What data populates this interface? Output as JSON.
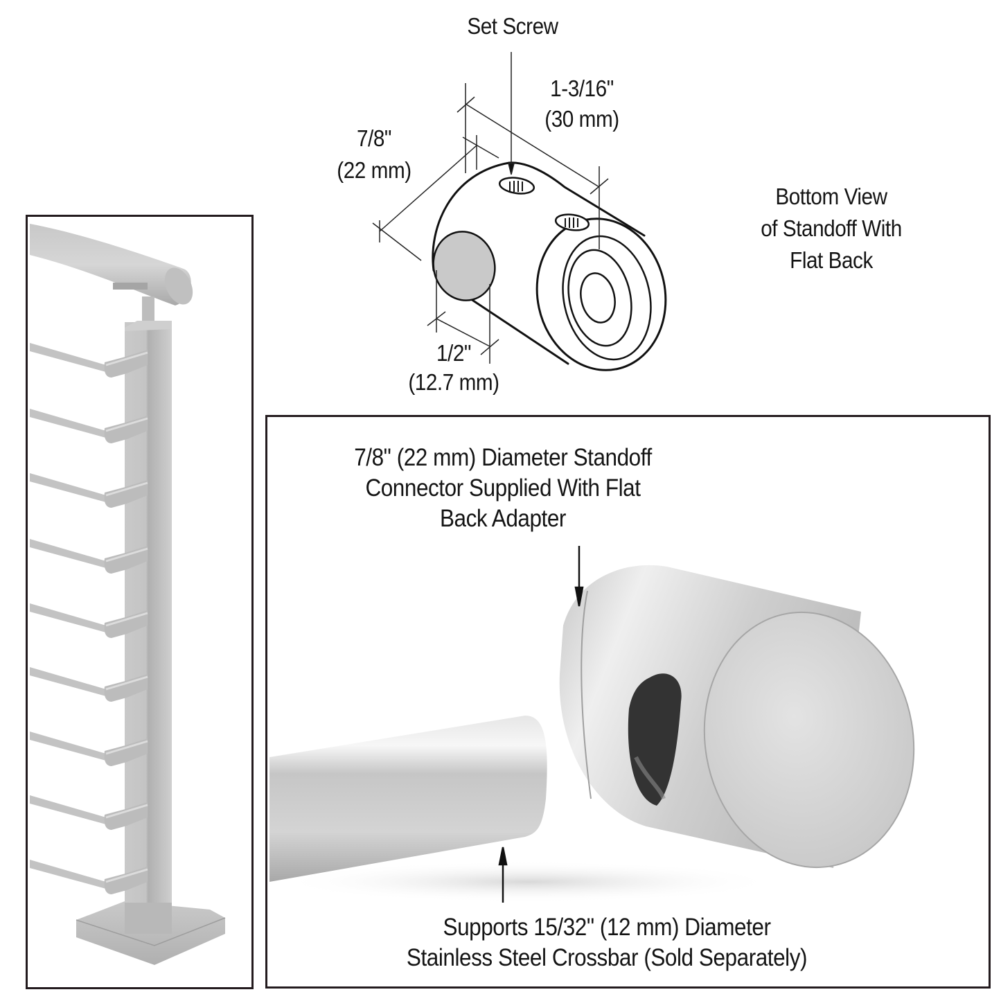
{
  "diagram": {
    "type": "product-specification-sheet",
    "colors": {
      "line": "#111111",
      "panel_border": "#231b1e",
      "metal_light": "#d4d4d4",
      "metal_mid": "#b5b5b5",
      "metal_dark": "#8f8f8f",
      "bore_shadow": "#2e2e2e",
      "callout_fill": "#c9c9c9"
    },
    "top_drawing": {
      "callouts": {
        "set_screw": "Set Screw",
        "length_in": "1-3/16\"",
        "length_mm": "(30 mm)",
        "diameter_in": "7/8\"",
        "diameter_mm": "(22 mm)",
        "hole_in": "1/2\"",
        "hole_mm": "(12.7 mm)"
      },
      "bottom_view": {
        "line1": "Bottom View",
        "line2": "of Standoff With",
        "line3": "Flat Back"
      }
    },
    "left_panel": {
      "illustration": "cable-railing-post",
      "crossbar_count": 9
    },
    "right_panel": {
      "top_caption": {
        "line1": "7/8\" (22 mm) Diameter Standoff",
        "line2": "Connector Supplied With Flat",
        "line3": "Back Adapter"
      },
      "bottom_caption": {
        "line1": "Supports 15/32\" (12 mm) Diameter",
        "line2": "Stainless Steel Crossbar (Sold Separately)"
      }
    }
  }
}
